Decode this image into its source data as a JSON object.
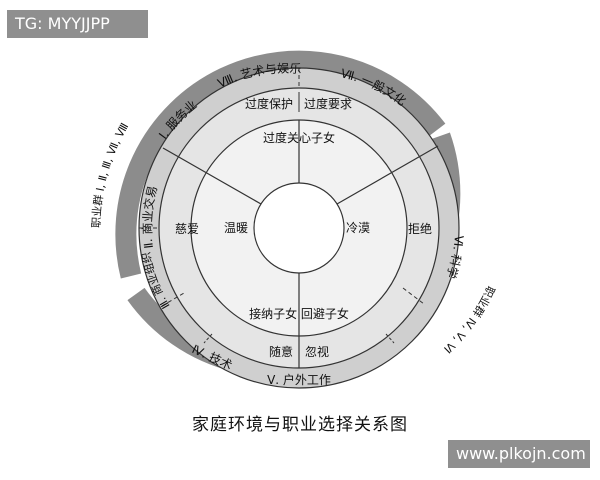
{
  "watermarks": {
    "top_left": "TG: MYYJJPP",
    "bottom_right": "www.plkojn.com"
  },
  "caption": "家庭环境与职业选择关系图",
  "center": {
    "left": "温暖",
    "right": "冷漠"
  },
  "middle_ring": {
    "top": "过度关心子女",
    "bottom": "接纳子女 回避子女"
  },
  "outer_ring": {
    "top_left": "过度保护",
    "top_right": "过度要求",
    "left": "慈爱",
    "right": "拒绝",
    "bottom_left": "随意",
    "bottom_right": "忽视"
  },
  "career_ring": {
    "art": "Ⅷ. 艺术与娱乐",
    "general_culture": "Ⅶ. 一般文化",
    "service": "Ⅰ. 服务业",
    "business_trade": "Ⅱ. 商业交易",
    "business_org": "Ⅲ. 商业组织",
    "technology": "Ⅳ. 技术",
    "outdoor": "Ⅴ. 户外工作",
    "science": "Ⅵ. 科学"
  },
  "group_labels": {
    "upper_left": "职业群 Ⅰ, Ⅱ, Ⅲ, Ⅶ, Ⅷ",
    "lower_right": "职业群 Ⅳ, Ⅴ, Ⅵ"
  },
  "colors": {
    "outer_band": "#8c8c8c",
    "career_ring": "#cfcfcf",
    "attitude_ring": "#e5e5e5",
    "inner_ring": "#f2f2f2",
    "center": "#ffffff",
    "line": "#333333"
  }
}
